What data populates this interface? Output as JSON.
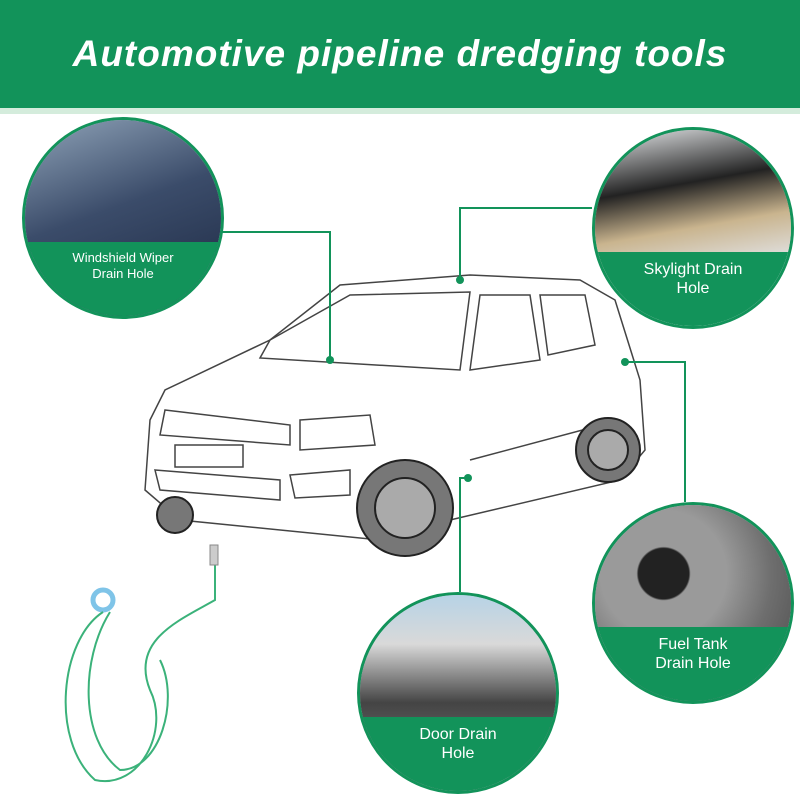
{
  "title": "Automotive pipeline dredging tools",
  "callouts": {
    "windshield": "Windshield Wiper Drain Hole",
    "skylight": "Skylight Drain Hole",
    "fuel": "Fuel Tank Drain Hole",
    "door": "Door Drain Hole"
  },
  "colors": {
    "brand": "#12935a",
    "strip": "#d4ecdc"
  }
}
